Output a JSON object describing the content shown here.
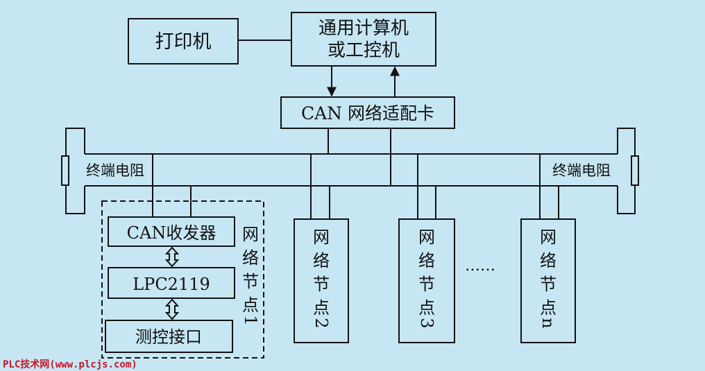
{
  "colors": {
    "background": "#c7e6f4",
    "stroke": "#111111",
    "watermark": "#c0182a"
  },
  "printer": "打印机",
  "computer": {
    "line1": "通用计算机",
    "line2": "或工控机"
  },
  "can_card": "CAN 网络适配卡",
  "terminator_left": "终端电阻",
  "terminator_right": "终端电阻",
  "node1": {
    "transceiver": "CAN收发器",
    "mcu": "LPC2119",
    "interface": "测控接口",
    "label": [
      "网",
      "络",
      "节",
      "点",
      "1"
    ]
  },
  "node2": [
    "网",
    "络",
    "节",
    "点",
    "2"
  ],
  "node3": [
    "网",
    "络",
    "节",
    "点",
    "3"
  ],
  "noden": [
    "网",
    "络",
    "节",
    "点",
    "n"
  ],
  "ellipsis": "……",
  "watermark": "PLC技术网(www.plcjs.com)"
}
